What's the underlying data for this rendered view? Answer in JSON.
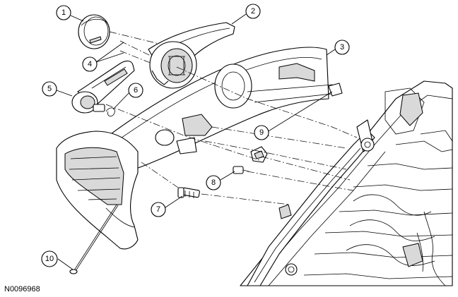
{
  "reference_code": "N0096968",
  "callouts": [
    {
      "id": "1",
      "label": "1"
    },
    {
      "id": "2",
      "label": "2"
    },
    {
      "id": "3",
      "label": "3"
    },
    {
      "id": "4",
      "label": "4"
    },
    {
      "id": "5",
      "label": "5"
    },
    {
      "id": "6",
      "label": "6"
    },
    {
      "id": "7",
      "label": "7"
    },
    {
      "id": "8",
      "label": "8"
    },
    {
      "id": "9",
      "label": "9"
    },
    {
      "id": "10",
      "label": "10"
    }
  ]
}
